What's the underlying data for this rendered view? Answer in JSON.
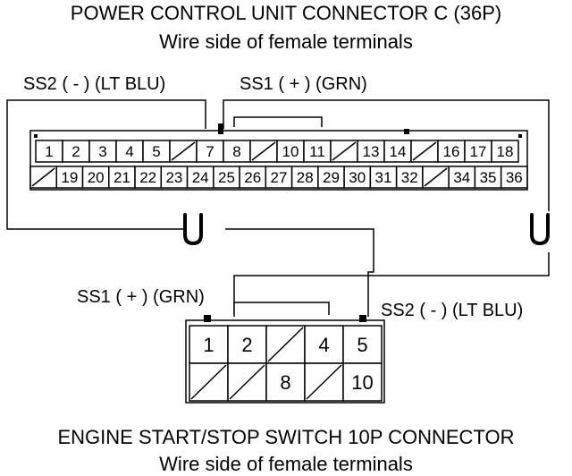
{
  "connector_c": {
    "title": "POWER CONTROL UNIT CONNECTOR C (36P)",
    "subtitle": "Wire side of female terminals",
    "label_ss2": "SS2 ( - ) (LT BLU)",
    "label_ss1": "SS1 ( + ) (GRN)",
    "row1": [
      "1",
      "2",
      "3",
      "4",
      "5",
      "",
      "7",
      "8",
      "",
      "10",
      "11",
      "",
      "13",
      "14",
      "",
      "16",
      "17",
      "18"
    ],
    "row2": [
      "",
      "19",
      "20",
      "21",
      "22",
      "23",
      "24",
      "25",
      "26",
      "27",
      "28",
      "29",
      "30",
      "31",
      "32",
      "",
      "34",
      "35",
      "36"
    ]
  },
  "switch_connector": {
    "title": "ENGINE START/STOP SWITCH 10P CONNECTOR",
    "subtitle": "Wire side of female terminals",
    "label_ss1": "SS1 ( + ) (GRN)",
    "label_ss2": "SS2 ( - ) (LT BLU)",
    "row1": [
      "1",
      "2",
      "",
      "4",
      "5"
    ],
    "row2": [
      "",
      "",
      "8",
      "",
      "10"
    ]
  }
}
